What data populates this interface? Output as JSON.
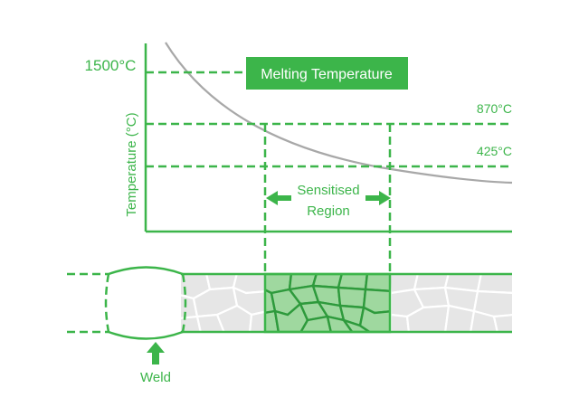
{
  "diagram": {
    "title_box": {
      "label": "Melting Temperature"
    },
    "y_axis": {
      "label": "Temperature (°C)"
    },
    "temperatures": {
      "melting": "1500°C",
      "upper": "870°C",
      "lower": "425°C"
    },
    "sensitised_region": {
      "line1": "Sensitised",
      "line2": "Region"
    },
    "weld_label": "Weld",
    "colors": {
      "accent": "#3cb54a",
      "box_fill": "#3cb54a",
      "curve": "#a8a8a8",
      "grain_gray": "#e6e6e6",
      "grain_green": "#9fd89f",
      "grain_green_border": "#2e9a3c"
    }
  }
}
